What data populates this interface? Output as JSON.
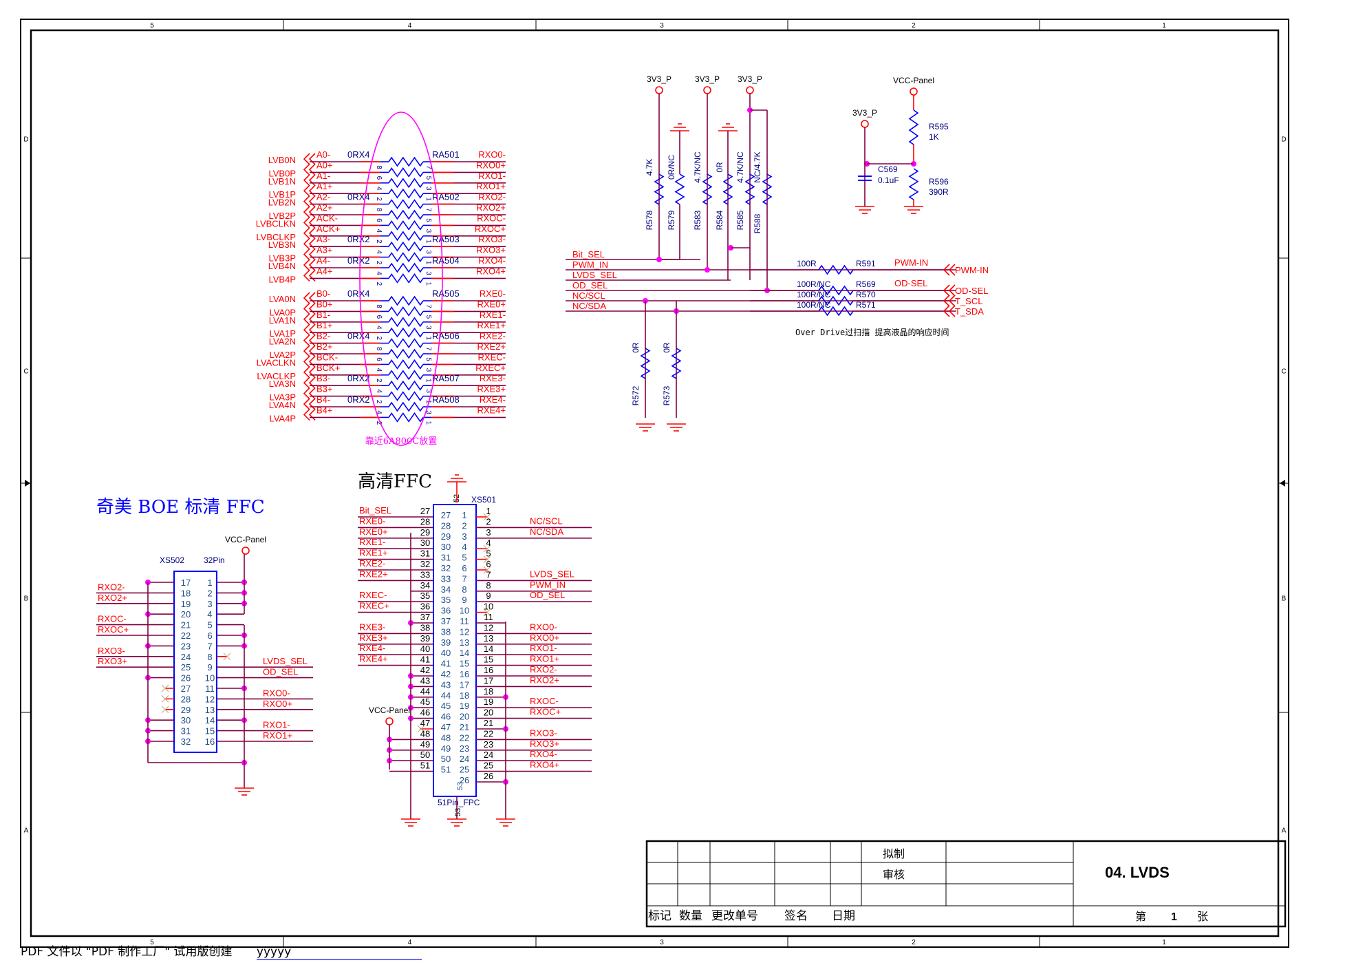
{
  "frame": {
    "col_labels": [
      "5",
      "4",
      "3",
      "2",
      "1"
    ],
    "row_labels": [
      "D",
      "C",
      "B",
      "A"
    ]
  },
  "resistor_arrays": {
    "left_connectors_b": [
      "LVB0N",
      "LVB0P",
      "LVB1N",
      "LVB1P",
      "LVB2N",
      "LVB2P",
      "LVBCLKN",
      "LVBCLKP",
      "LVB3N",
      "LVB3P",
      "LVB4N",
      "LVB4P"
    ],
    "left_nets_a": [
      "A0-",
      "A0+",
      "A1-",
      "A1+",
      "A2-",
      "A2+",
      "ACK-",
      "ACK+",
      "A3-",
      "A3+",
      "A4-",
      "A4+"
    ],
    "right_nets_rxo": [
      "RXO0-",
      "RXO0+",
      "RXO1-",
      "RXO1+",
      "RXO2-",
      "RXO2+",
      "RXOC-",
      "RXOC+",
      "RXO3-",
      "RXO3+",
      "RXO4-",
      "RXO4+"
    ],
    "left_connectors_a": [
      "LVA0N",
      "LVA0P",
      "LVA1N",
      "LVA1P",
      "LVA2N",
      "LVA2P",
      "LVACLKN",
      "LVACLKP",
      "LVA3N",
      "LVA3P",
      "LVA4N",
      "LVA4P"
    ],
    "left_nets_b": [
      "B0-",
      "B0+",
      "B1-",
      "B1+",
      "B2-",
      "B2+",
      "BCK-",
      "BCK+",
      "B3-",
      "B3+",
      "B4-",
      "B4+"
    ],
    "right_nets_rxe": [
      "RXE0-",
      "RXE0+",
      "RXE1-",
      "RXE1+",
      "RXE2-",
      "RXE2+",
      "RXEC-",
      "RXEC+",
      "RXE3-",
      "RXE3+",
      "RXE4-",
      "RXE4+"
    ],
    "groups_top": [
      {
        "value": "0RX4",
        "ref": "RA501",
        "row": 0
      },
      {
        "value": "0RX4",
        "ref": "RA502",
        "row": 4
      },
      {
        "value": "0RX2",
        "ref": "RA503",
        "row": 8
      },
      {
        "value": "0RX2",
        "ref": "RA504",
        "row": 10
      }
    ],
    "groups_bottom": [
      {
        "value": "0RX4",
        "ref": "RA505",
        "row": 0
      },
      {
        "value": "0RX4",
        "ref": "RA506",
        "row": 4
      },
      {
        "value": "0RX2",
        "ref": "RA507",
        "row": 8
      },
      {
        "value": "0RX2",
        "ref": "RA508",
        "row": 10
      }
    ],
    "pin_left_x4": [
      "8",
      "6",
      "4",
      "2"
    ],
    "pin_right_x4": [
      "7",
      "5",
      "3",
      "1"
    ],
    "pin_left_x2": [
      "4",
      "2"
    ],
    "pin_right_x2": [
      "3",
      "1"
    ],
    "placement_note": "靠近6A800C放置"
  },
  "pullups": {
    "rails": [
      "3V3_P",
      "3V3_P",
      "3V3_P"
    ],
    "resistors": [
      {
        "ref": "R578",
        "value": "4.7K"
      },
      {
        "ref": "R579",
        "value": "0R/NC"
      },
      {
        "ref": "R583",
        "value": "4.7K/NC"
      },
      {
        "ref": "R584",
        "value": "0R"
      },
      {
        "ref": "R585",
        "value": "4.7K/NC"
      },
      {
        "ref": "R588",
        "value": "NC/4.7K"
      }
    ],
    "buses": [
      "Bit_SEL",
      "PWM_IN",
      "LVDS_SEL",
      "OD_SEL",
      "NC/SCL",
      "NC/SDA"
    ],
    "series": [
      {
        "value": "100R",
        "ref": "R591",
        "net": "PWM-IN",
        "port": "PWM-IN"
      },
      {
        "value": "100R/NC",
        "ref": "R569",
        "net": "OD-SEL",
        "port": "OD-SEL"
      },
      {
        "value": "100R/NC",
        "ref": "R570",
        "net": "",
        "port": "T_SCL"
      },
      {
        "value": "100R/NC",
        "ref": "R571",
        "net": "",
        "port": "T_SDA"
      }
    ],
    "pulldowns": [
      {
        "ref": "R572",
        "value": "0R"
      },
      {
        "ref": "R573",
        "value": "0R"
      }
    ],
    "note": "Over Drive过扫描 提高液晶的响应时间"
  },
  "vref": {
    "rail_top": "VCC-Panel",
    "rail_left": "3V3_P",
    "r_top": {
      "ref": "R595",
      "value": "1K"
    },
    "r_bottom": {
      "ref": "R596",
      "value": "390R"
    },
    "cap": {
      "ref": "C569",
      "value": "0.1uF"
    }
  },
  "xs502": {
    "heading": "奇美 BOE 标清 FFC",
    "ref": "XS502",
    "pins_label": "32Pin",
    "rail": "VCC-Panel",
    "left_pins": [
      "17",
      "18",
      "19",
      "20",
      "21",
      "22",
      "23",
      "24",
      "25",
      "26",
      "27",
      "28",
      "29",
      "30",
      "31",
      "32"
    ],
    "right_pins": [
      "1",
      "2",
      "3",
      "4",
      "5",
      "6",
      "7",
      "8",
      "9",
      "10",
      "11",
      "12",
      "13",
      "14",
      "15",
      "16"
    ],
    "left_nets": {
      "1": "RXO2-",
      "2": "RXO2+",
      "4": "RXOC-",
      "5": "RXOC+",
      "7": "RXO3-",
      "8": "RXO3+"
    },
    "right_nets": {
      "8": "LVDS_SEL",
      "9": "OD_SEL",
      "11": "RXO0-",
      "12": "RXO0+",
      "14": "RXO1-",
      "15": "RXO1+"
    }
  },
  "xs501": {
    "heading": "高清FFC",
    "ref": "XS501",
    "footprint": "51Pin_FPC",
    "rail": "VCC-Panel",
    "left_pins": [
      "27",
      "28",
      "29",
      "30",
      "31",
      "32",
      "33",
      "34",
      "35",
      "36",
      "37",
      "38",
      "39",
      "40",
      "41",
      "42",
      "43",
      "44",
      "45",
      "46",
      "47",
      "48",
      "49",
      "50",
      "51"
    ],
    "right_pins": [
      "1",
      "2",
      "3",
      "4",
      "5",
      "6",
      "7",
      "8",
      "9",
      "10",
      "11",
      "12",
      "13",
      "14",
      "15",
      "16",
      "17",
      "18",
      "19",
      "20",
      "21",
      "22",
      "23",
      "24",
      "25",
      "26"
    ],
    "left_nets": {
      "0": "Bit_SEL",
      "1": "RXE0-",
      "2": "RXE0+",
      "3": "RXE1-",
      "4": "RXE1+",
      "5": "RXE2-",
      "6": "RXE2+",
      "8": "RXEC-",
      "9": "RXEC+",
      "11": "RXE3-",
      "12": "RXE3+",
      "13": "RXE4-",
      "14": "RXE4+"
    },
    "right_nets": {
      "1": "NC/SCL",
      "2": "NC/SDA",
      "6": "LVDS_SEL",
      "7": "PWM_IN",
      "8": "OD_SEL",
      "11": "RXO0-",
      "12": "RXO0+",
      "13": "RXO1-",
      "14": "RXO1+",
      "15": "RXO2-",
      "16": "RXO2+",
      "18": "RXOC-",
      "19": "RXOC+",
      "21": "RXO3-",
      "22": "RXO3+",
      "23": "RXO4-",
      "24": "RXO4+"
    },
    "mount_pins": [
      "52",
      "53"
    ]
  },
  "title_block": {
    "drafted_label": "拟制",
    "reviewed_label": "审核",
    "headers": [
      "标记",
      "数量",
      "更改单号",
      "签名",
      "日期"
    ],
    "title": "04. LVDS",
    "sheet_prefix": "第",
    "sheet_number": "1",
    "sheet_suffix": "张"
  },
  "footer": {
    "text": "PDF 文件以 \"PDF 制作工厂\" 试用版创建",
    "link": "ÿÿÿÿÿ"
  }
}
